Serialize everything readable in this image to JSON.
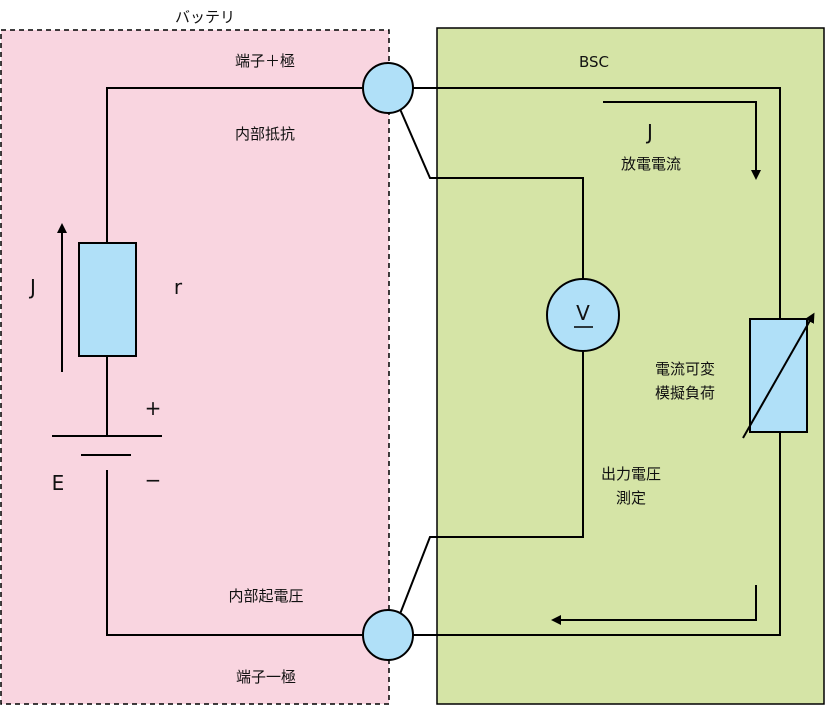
{
  "battery": {
    "title": "バッテリ",
    "terminal_plus": "端子＋極",
    "terminal_minus": "端子一極",
    "internal_resistance": "内部抵抗",
    "internal_emf": "内部起電圧",
    "current_symbol": "J",
    "resistance_symbol": "r",
    "emf_symbol": "E",
    "plus_sign": "+",
    "minus_sign": "−"
  },
  "bsc": {
    "title": "BSC",
    "current_symbol": "J",
    "discharge_current": "放電電流",
    "load_line1": "電流可変",
    "load_line2": "模擬負荷",
    "measure_line1": "出力電圧",
    "measure_line2": "測定",
    "voltmeter_symbol": "V"
  },
  "colors": {
    "battery_fill": "#f9d5e0",
    "bsc_fill": "#d5e4a6",
    "component_fill": "#b0e0f8",
    "wire": "#000000"
  }
}
